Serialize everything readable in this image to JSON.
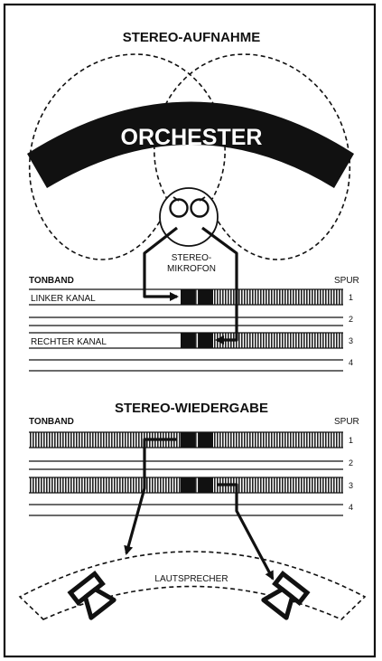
{
  "top": {
    "title": "STEREO-AUFNAHME",
    "orchestra_label": "ORCHESTER",
    "mic_label_line1": "STEREO-",
    "mic_label_line2": "MIKROFON",
    "tape_label": "TONBAND",
    "track_label": "SPUR",
    "left_channel": "LINKER KANAL",
    "right_channel": "RECHTER KANAL",
    "track_numbers": [
      "1",
      "2",
      "3",
      "4"
    ]
  },
  "bottom": {
    "title": "STEREO-WIEDERGABE",
    "tape_label": "TONBAND",
    "track_label": "SPUR",
    "track_numbers": [
      "1",
      "2",
      "3",
      "4"
    ],
    "speaker_label": "LAUTSPRECHER"
  },
  "colors": {
    "ink": "#111111",
    "paper": "#ffffff",
    "tape_fill": "#c8c8c8"
  }
}
